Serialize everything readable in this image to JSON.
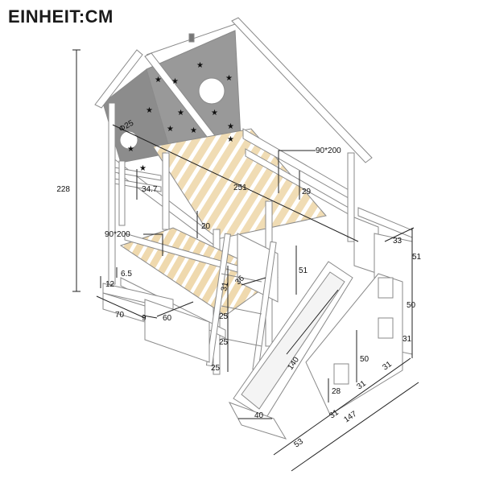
{
  "header": {
    "unit_label": "EINHEIT:CM"
  },
  "dimensions": {
    "total_height": "228",
    "window_diameter": "Φ25",
    "diagonal_length": "251",
    "upper_mattress": "90*200",
    "lower_mattress": "90*200",
    "upper_rail_height": "29",
    "tent_side_height": "34.7",
    "ladder_gap_top": "20",
    "lower_guard_height": "51",
    "ladder_width": "36",
    "ladder_step_1": "31",
    "ladder_step_2": "25",
    "ladder_step_3": "25",
    "ladder_step_4": "25",
    "drawer_height": "12",
    "drawer_clearance": "6.5",
    "drawer_depth": "70",
    "drawer_gap": "9",
    "drawer_width": "60",
    "stair_top_depth": "33",
    "stair_rail_height": "51",
    "stair_section_height": "50",
    "stair_step_height": "31",
    "slide_length": "140",
    "stair_inner_height": "50",
    "stair_bottom_step": "28",
    "slide_width": "40",
    "slide_base": "53",
    "stair_step_d1": "31",
    "stair_step_d2": "31",
    "stair_step_d3": "31",
    "total_length": "147"
  },
  "colors": {
    "frame": "#ffffff",
    "outline": "#8a8a8a",
    "slat": "#f0dcb4",
    "tent": "#8c8c8c",
    "dimline": "#222222"
  }
}
